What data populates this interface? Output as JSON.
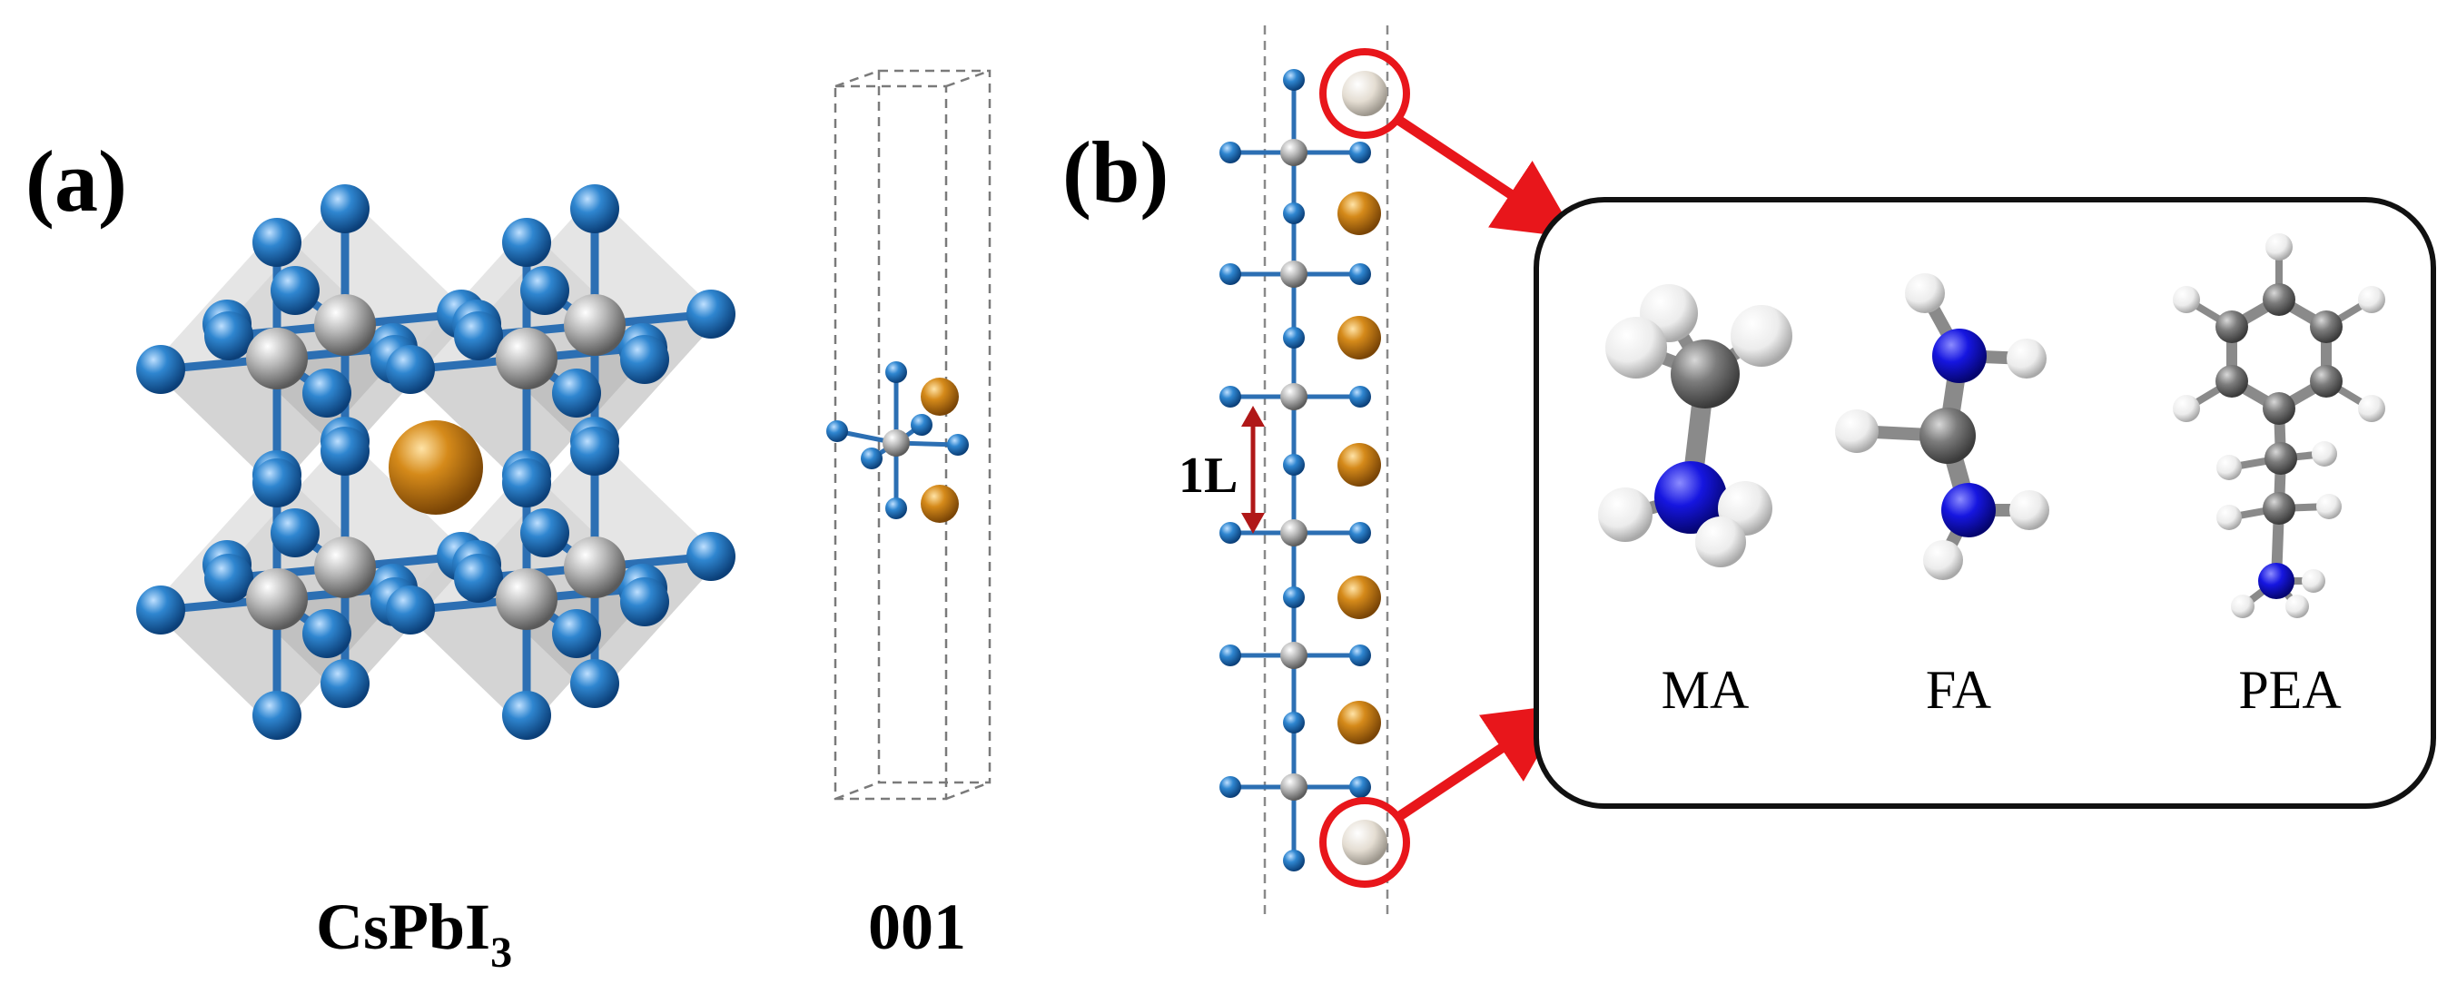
{
  "panels": {
    "a": {
      "label": "(a)",
      "caption_main": "CsPbI",
      "caption_sub": "3",
      "slab_label": "001"
    },
    "b": {
      "label": "(b)",
      "layer_label": "1L",
      "molecules": [
        "MA",
        "FA",
        "PEA"
      ]
    }
  },
  "colors": {
    "iodine": "#1f6fb5",
    "lead": "#9a9a9a",
    "cesium": "#c98217",
    "organic_cation": "#e6e0d6",
    "highlight": "#e8161b",
    "layer_arrow": "#b01818",
    "nitrogen": "#1a1ad6",
    "carbon": "#7a7a7a",
    "hydrogen": "#f2f2f2"
  }
}
